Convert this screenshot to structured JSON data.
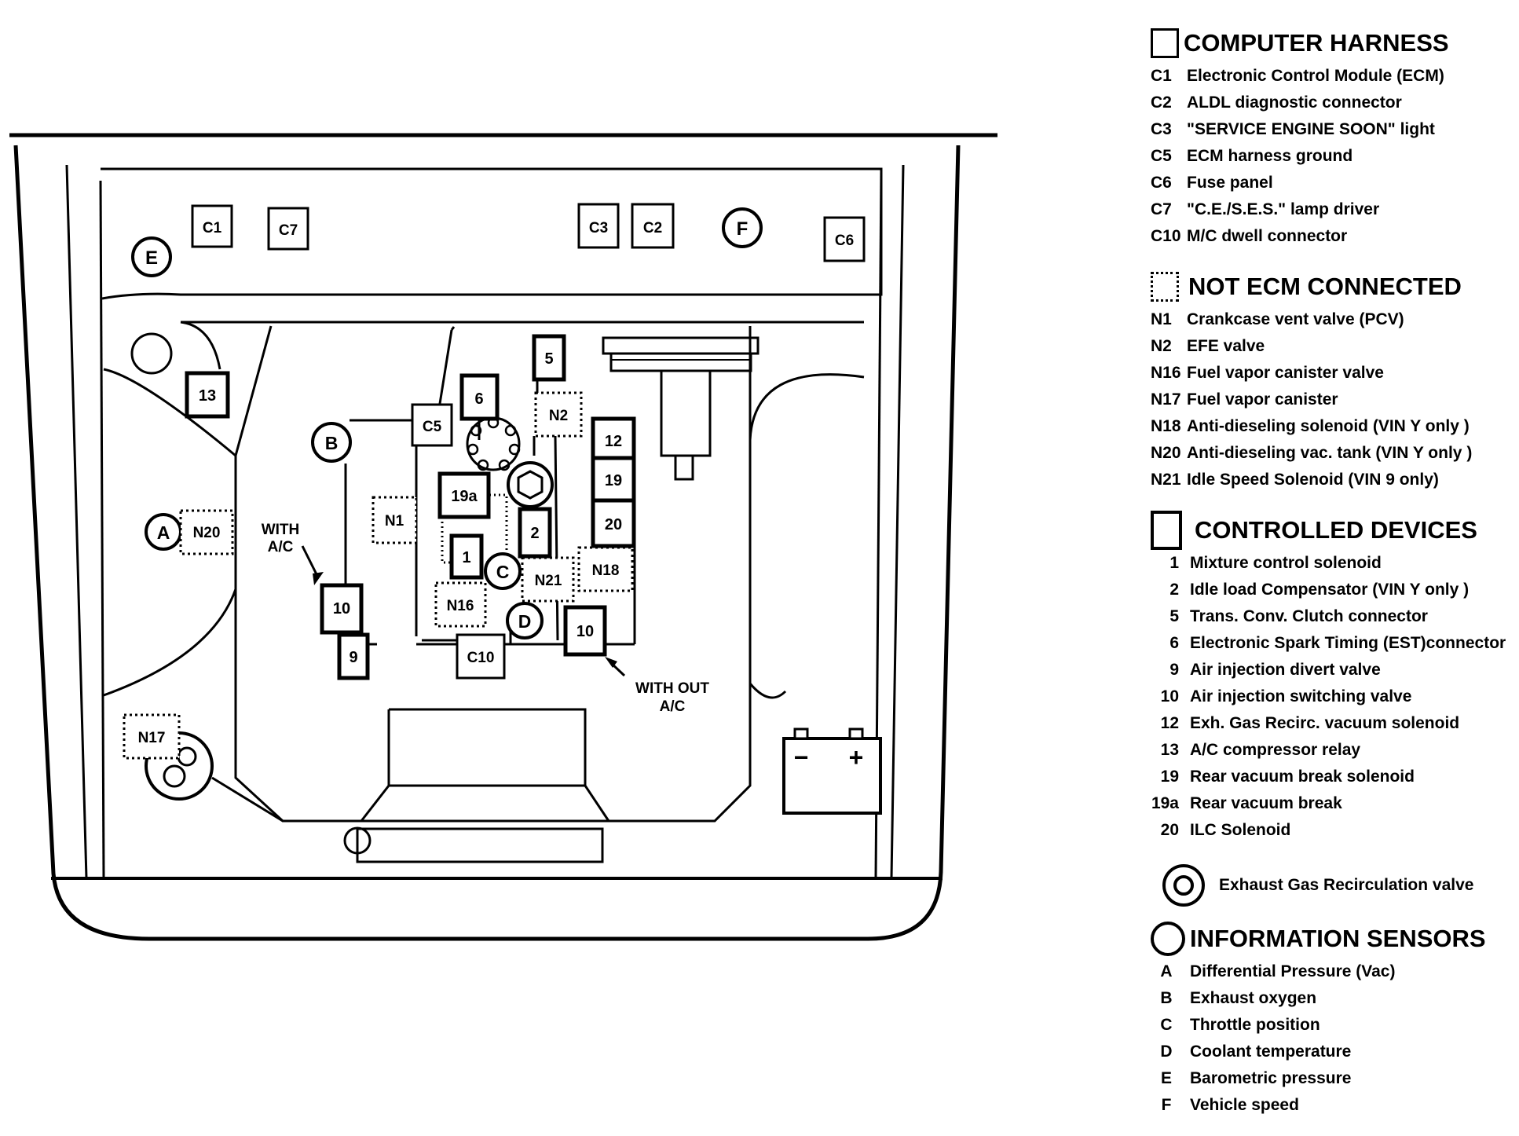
{
  "labels": {
    "C1": "C1",
    "C7": "C7",
    "C3": "C3",
    "C2": "C2",
    "C6": "C6",
    "C5": "C5",
    "C10": "C10",
    "E": "E",
    "F": "F",
    "A": "A",
    "B": "B",
    "C": "C",
    "D": "D",
    "N1": "N1",
    "N2": "N2",
    "N16": "N16",
    "N17": "N17",
    "N18": "N18",
    "N20": "N20",
    "N21": "N21",
    "d1": "1",
    "d2": "2",
    "d5": "5",
    "d6": "6",
    "d9": "9",
    "d10a": "10",
    "d10b": "10",
    "d12": "12",
    "d13": "13",
    "d19": "19",
    "d19a": "19a",
    "d20": "20",
    "with_ac_1": "WITH",
    "with_ac_2": "A/C",
    "without_ac_1": "WITH OUT",
    "without_ac_2": "A/C",
    "battery_minus": "−",
    "battery_plus": "+"
  },
  "legend": {
    "computer_harness": {
      "title": "COMPUTER HARNESS",
      "items": [
        {
          "code": "C1",
          "text": "Electronic Control Module (ECM)"
        },
        {
          "code": "C2",
          "text": "ALDL diagnostic connector"
        },
        {
          "code": "C3",
          "text": "\"SERVICE ENGINE SOON\" light"
        },
        {
          "code": "C5",
          "text": "ECM harness ground"
        },
        {
          "code": "C6",
          "text": "Fuse panel"
        },
        {
          "code": "C7",
          "text": "\"C.E./S.E.S.\" lamp driver"
        },
        {
          "code": "C10",
          "text": "M/C dwell connector"
        }
      ]
    },
    "not_ecm": {
      "title": "NOT ECM CONNECTED",
      "items": [
        {
          "code": "N1",
          "text": "Crankcase vent valve (PCV)"
        },
        {
          "code": "N2",
          "text": "EFE valve"
        },
        {
          "code": "N16",
          "text": "Fuel vapor canister valve"
        },
        {
          "code": "N17",
          "text": "Fuel vapor canister"
        },
        {
          "code": "N18",
          "text": "Anti-dieseling solenoid (VIN Y only )"
        },
        {
          "code": "N20",
          "text": "Anti-dieseling vac. tank (VIN Y only )"
        },
        {
          "code": "N21",
          "text": "Idle Speed Solenoid (VIN 9 only)"
        }
      ]
    },
    "controlled": {
      "title": "CONTROLLED DEVICES",
      "items": [
        {
          "code": "1",
          "text": "Mixture control solenoid"
        },
        {
          "code": "2",
          "text": "Idle load Compensator (VIN Y only )"
        },
        {
          "code": "5",
          "text": "Trans. Conv. Clutch connector"
        },
        {
          "code": "6",
          "text": "Electronic Spark Timing (EST)connector"
        },
        {
          "code": "9",
          "text": "Air injection divert valve"
        },
        {
          "code": "10",
          "text": "Air injection switching valve"
        },
        {
          "code": "12",
          "text": "Exh. Gas Recirc. vacuum solenoid"
        },
        {
          "code": "13",
          "text": "A/C compressor relay"
        },
        {
          "code": "19",
          "text": "Rear vacuum break solenoid"
        },
        {
          "code": "19a",
          "text": "Rear vacuum break"
        },
        {
          "code": "20",
          "text": "ILC Solenoid"
        }
      ]
    },
    "egr_label": "Exhaust Gas Recirculation valve",
    "sensors": {
      "title": "INFORMATION SENSORS",
      "items": [
        {
          "code": "A",
          "text": "Differential Pressure (Vac)"
        },
        {
          "code": "B",
          "text": "Exhaust oxygen"
        },
        {
          "code": "C",
          "text": "Throttle position"
        },
        {
          "code": "D",
          "text": "Coolant temperature"
        },
        {
          "code": "E",
          "text": "Barometric pressure"
        },
        {
          "code": "F",
          "text": "Vehicle speed"
        }
      ]
    }
  }
}
